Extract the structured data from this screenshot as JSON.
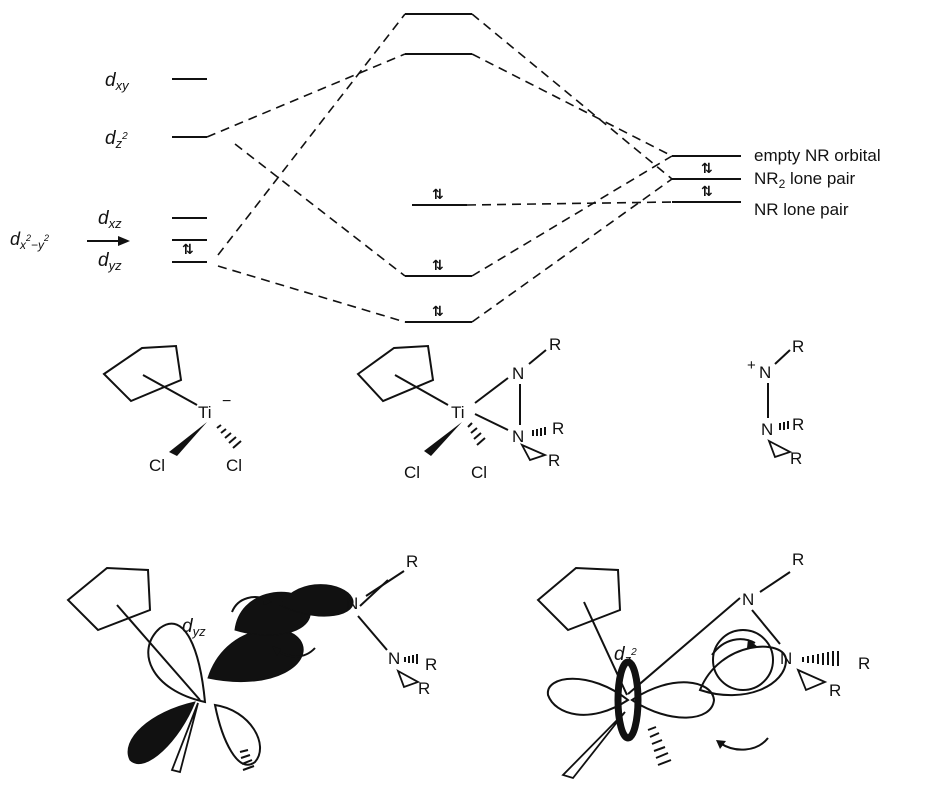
{
  "left_orbitals": {
    "dxy": "d",
    "dxy_sub": "xy",
    "dz2": "d",
    "dz2_sub": "z",
    "dz2_sup": "2",
    "dxz": "d",
    "dxz_sub": "xz",
    "dx2y2": "d",
    "dx2y2_sub": "x",
    "dx2y2_sup1": "2",
    "dx2y2_mid": "−y",
    "dx2y2_sup2": "2",
    "dyz": "d",
    "dyz_sub": "yz"
  },
  "right_orbitals": {
    "empty_nr": "empty NR orbital",
    "nr2_lone_pair_a": "NR",
    "nr2_lone_pair_sub": "2",
    "nr2_lone_pair_b": " lone pair",
    "nr_lone_pair": "NR lone pair"
  },
  "spin_symbol": "⇅",
  "structures": {
    "ti": "Ti",
    "minus": "−",
    "plus": "+",
    "cl": "Cl",
    "n": "N",
    "r": "R"
  },
  "orbital_sketch": {
    "dyz": "d",
    "dyz_sub": "yz",
    "dz2": "d",
    "dz2_sub": "z",
    "dz2_sup": "2"
  }
}
